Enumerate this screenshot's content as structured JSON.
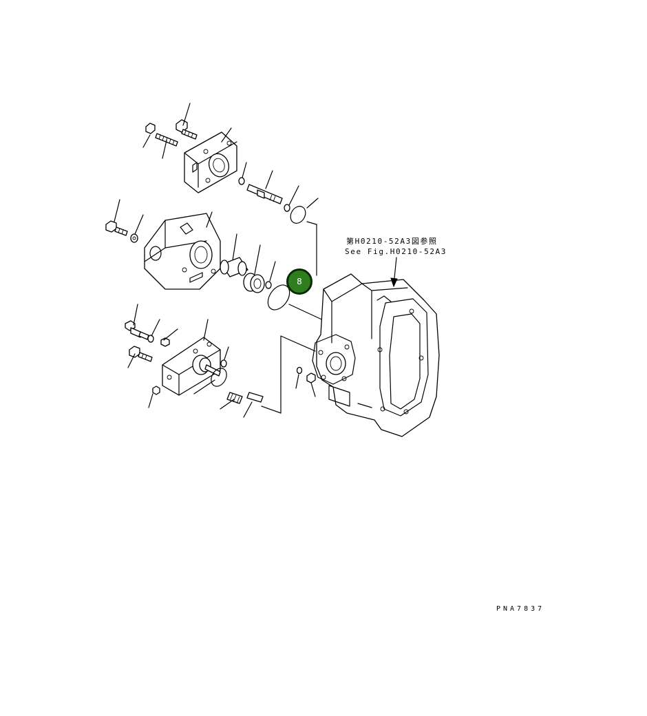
{
  "diagram": {
    "reference_jp": "第H0210-52A3図参照",
    "reference_en": "See Fig.H0210-52A3",
    "figure_code": "PNA7837",
    "callout": {
      "label": "8",
      "fill_color": "#2e7d1f",
      "border_color": "#0a2a05",
      "text_color": "#ffffff"
    }
  }
}
